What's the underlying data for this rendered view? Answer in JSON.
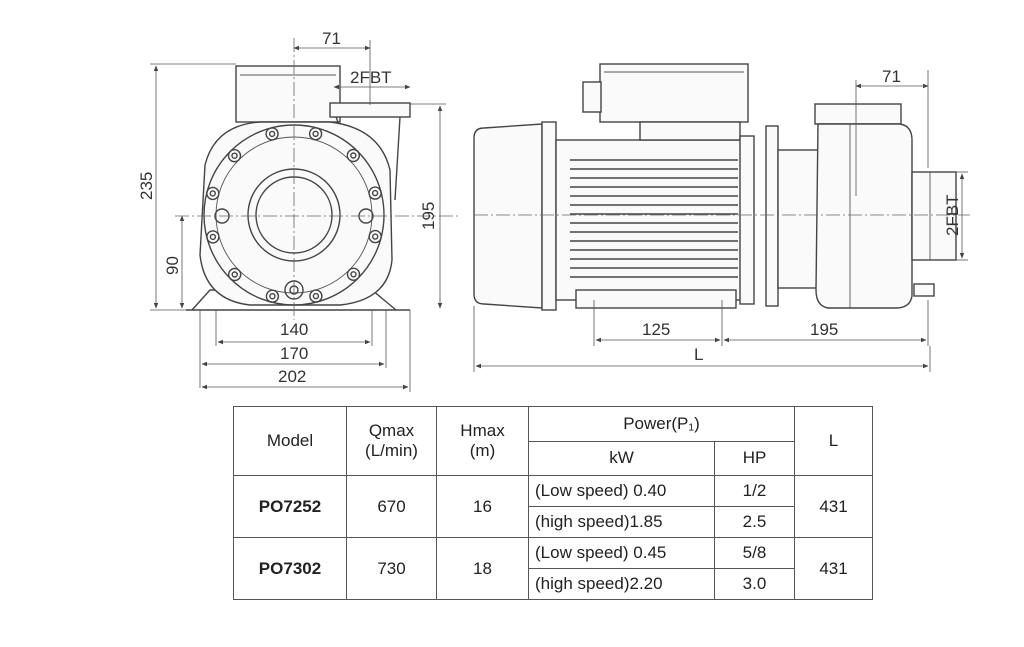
{
  "dimensions": {
    "front": {
      "top_offset": "71",
      "outlet": "2FBT",
      "height_total": "235",
      "shaft_height": "90",
      "outlet_height": "195",
      "foot_inner": "140",
      "foot_mid": "170",
      "foot_outer": "202"
    },
    "side": {
      "top_offset": "71",
      "inlet": "2FBT",
      "foot_spacing": "125",
      "pump_length": "195",
      "overall": "L"
    }
  },
  "table": {
    "headers": {
      "model": "Model",
      "qmax": "Qmax\n(L/min)",
      "hmax": "Hmax\n(m)",
      "power": "Power(P₁)",
      "kw": "kW",
      "hp": "HP",
      "l": "L"
    },
    "rows": [
      {
        "model": "PO7252",
        "qmax": "670",
        "hmax": "16",
        "l": "431",
        "speeds": [
          {
            "kw": "(Low speed) 0.40",
            "hp": "1/2"
          },
          {
            "kw": "(high speed)1.85",
            "hp": "2.5"
          }
        ]
      },
      {
        "model": "PO7302",
        "qmax": "730",
        "hmax": "18",
        "l": "431",
        "speeds": [
          {
            "kw": "(Low speed) 0.45",
            "hp": "5/8"
          },
          {
            "kw": "(high speed)2.20",
            "hp": "3.0"
          }
        ]
      }
    ]
  }
}
